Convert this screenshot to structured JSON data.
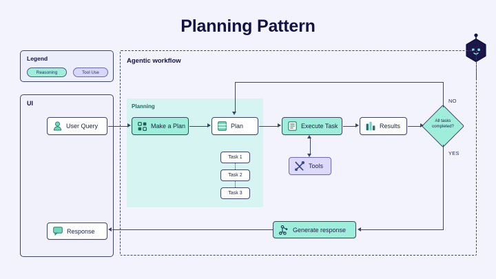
{
  "page": {
    "title": "Planning Pattern",
    "background_color": "#f2f3fc",
    "accent_mint": "#9eeedb",
    "accent_lilac": "#ddd9fb",
    "accent_planning_bg": "#d6f5f2",
    "stroke_color": "#3d4466",
    "title_color": "#141243"
  },
  "robot_badge": {
    "icon": "robot-hexagon-icon"
  },
  "legend": {
    "title": "Legend",
    "items": [
      {
        "label": "Reasoning",
        "color": "#9eeedb"
      },
      {
        "label": "Tool Use",
        "color": "#ddd9fb"
      }
    ]
  },
  "ui_panel": {
    "title": "UI",
    "nodes": [
      {
        "label": "User Query",
        "icon": "user-icon"
      },
      {
        "label": "Response",
        "icon": "message-icon"
      }
    ]
  },
  "agentic_panel": {
    "title": "Agentic workflow"
  },
  "planning_region": {
    "title": "Planning",
    "tasks": [
      "Task 1",
      "Task 2",
      "Task 3"
    ]
  },
  "nodes": {
    "user_query": {
      "label": "User Query",
      "icon": "user-icon",
      "style": "white"
    },
    "make_a_plan": {
      "label": "Make a Plan",
      "icon": "grid-icon",
      "style": "mint"
    },
    "plan": {
      "label": "Plan",
      "icon": "stack-icon",
      "style": "white"
    },
    "execute_task": {
      "label": "Execute Task",
      "icon": "document-icon",
      "style": "mint"
    },
    "results": {
      "label": "Results",
      "icon": "bar-chart-icon",
      "style": "white"
    },
    "tools": {
      "label": "Tools",
      "icon": "tools-icon",
      "style": "lilac"
    },
    "generate_response": {
      "label": "Generate response",
      "icon": "network-icon",
      "style": "mint"
    },
    "response": {
      "label": "Response",
      "icon": "message-icon",
      "style": "white"
    }
  },
  "decision": {
    "line1": "All tasks",
    "line2": "completed?",
    "branch_no": "NO",
    "branch_yes": "YES"
  }
}
